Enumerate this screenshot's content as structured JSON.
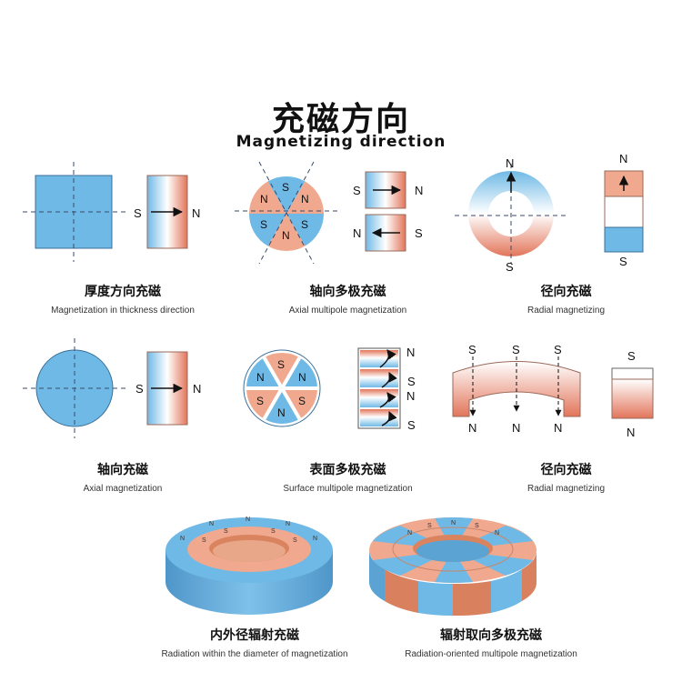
{
  "header": {
    "title_cn": "充磁方向",
    "title_en": "Magnetizing direction"
  },
  "pole": {
    "n": "N",
    "s": "S"
  },
  "colors": {
    "blue": "#6fb9e6",
    "red": "#e2755a",
    "salmon": "#f0a98e",
    "dashed": "#3a4a6a"
  },
  "captions": [
    {
      "cn": "厚度方向充磁",
      "en": "Magnetization in thickness direction"
    },
    {
      "cn": "轴向多极充磁",
      "en": "Axial multipole magnetization"
    },
    {
      "cn": "径向充磁",
      "en": "Radial magnetizing"
    },
    {
      "cn": "轴向充磁",
      "en": "Axial magnetization"
    },
    {
      "cn": "表面多极充磁",
      "en": "Surface multipole magnetization"
    },
    {
      "cn": "径向充磁",
      "en": "Radial magnetizing"
    },
    {
      "cn": "内外径辐射充磁",
      "en": "Radiation within the diameter of magnetization"
    },
    {
      "cn": "辐射取向多极充磁",
      "en": "Radiation-oriented multipole magnetization"
    }
  ]
}
